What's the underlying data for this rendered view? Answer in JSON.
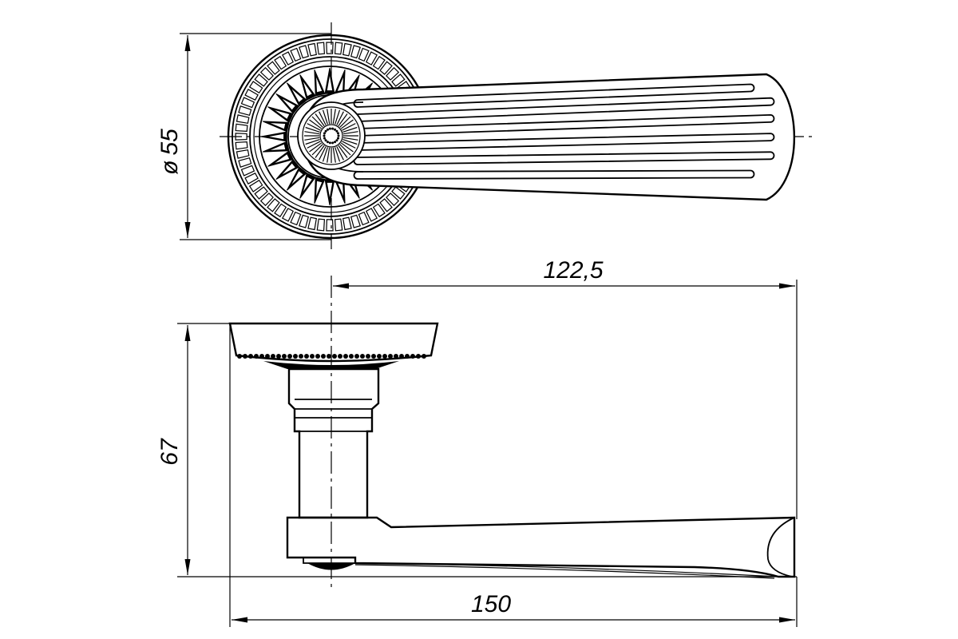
{
  "dimensions": {
    "rose_diameter": {
      "symbol": "ø",
      "value": "55"
    },
    "lever_reach": {
      "value": "122,5"
    },
    "total_height": {
      "value": "67"
    },
    "total_length": {
      "value": "150"
    }
  },
  "colors": {
    "line": "#000000",
    "background": "#ffffff"
  }
}
